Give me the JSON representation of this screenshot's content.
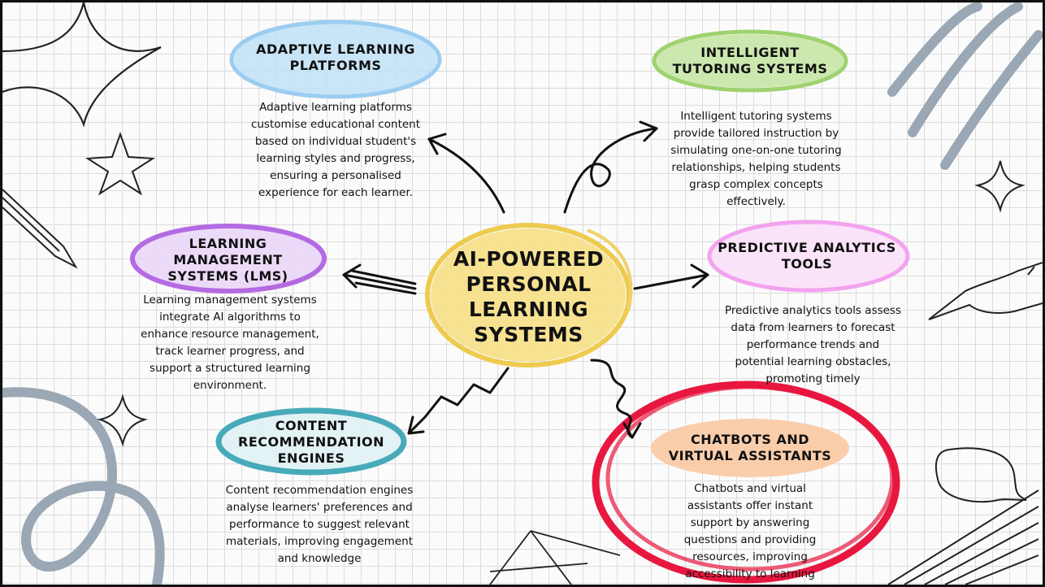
{
  "center": {
    "title": "AI-POWERED PERSONAL LEARNING SYSTEMS"
  },
  "nodes": [
    {
      "id": "adaptive",
      "title": "ADAPTIVE LEARNING PLATFORMS",
      "color": "#bfe0f7",
      "description": "Adaptive learning platforms customise educational content based on individual student's learning styles and progress, ensuring a personalised experience for each learner."
    },
    {
      "id": "tutoring",
      "title": "INTELLIGENT TUTORING SYSTEMS",
      "color": "#c6e6a6",
      "description": "Intelligent tutoring systems provide tailored instruction by simulating one-on-one tutoring relationships, helping students grasp complex concepts effectively."
    },
    {
      "id": "lms",
      "title": "LEARNING MANAGEMENT SYSTEMS (LMS)",
      "color": "#d7b3f0",
      "description": "Learning management systems integrate AI algorithms to enhance resource management, track learner progress, and support a structured learning environment."
    },
    {
      "id": "predictive",
      "title": "PREDICTIVE ANALYTICS TOOLS",
      "color": "#f5c4f3",
      "description": "Predictive analytics tools assess data from learners to forecast performance trends and potential learning obstacles, promoting timely"
    },
    {
      "id": "content",
      "title": "CONTENT RECOMMENDATION ENGINES",
      "color": "#5fb8c6",
      "description": "Content recommendation engines analyse learners' preferences and performance to suggest relevant materials, improving engagement and knowledge"
    },
    {
      "id": "chatbots",
      "title": "CHATBOTS AND VIRTUAL ASSISTANTS",
      "color": "#f9c8a2",
      "description": "Chatbots and virtual assistants offer instant support by answering questions and providing resources, improving accessibility to learning"
    }
  ],
  "colors": {
    "center": "#f6df86",
    "highlight_ring": "#e8173f",
    "doodle": "#9aa7b4",
    "ink": "#111111"
  }
}
